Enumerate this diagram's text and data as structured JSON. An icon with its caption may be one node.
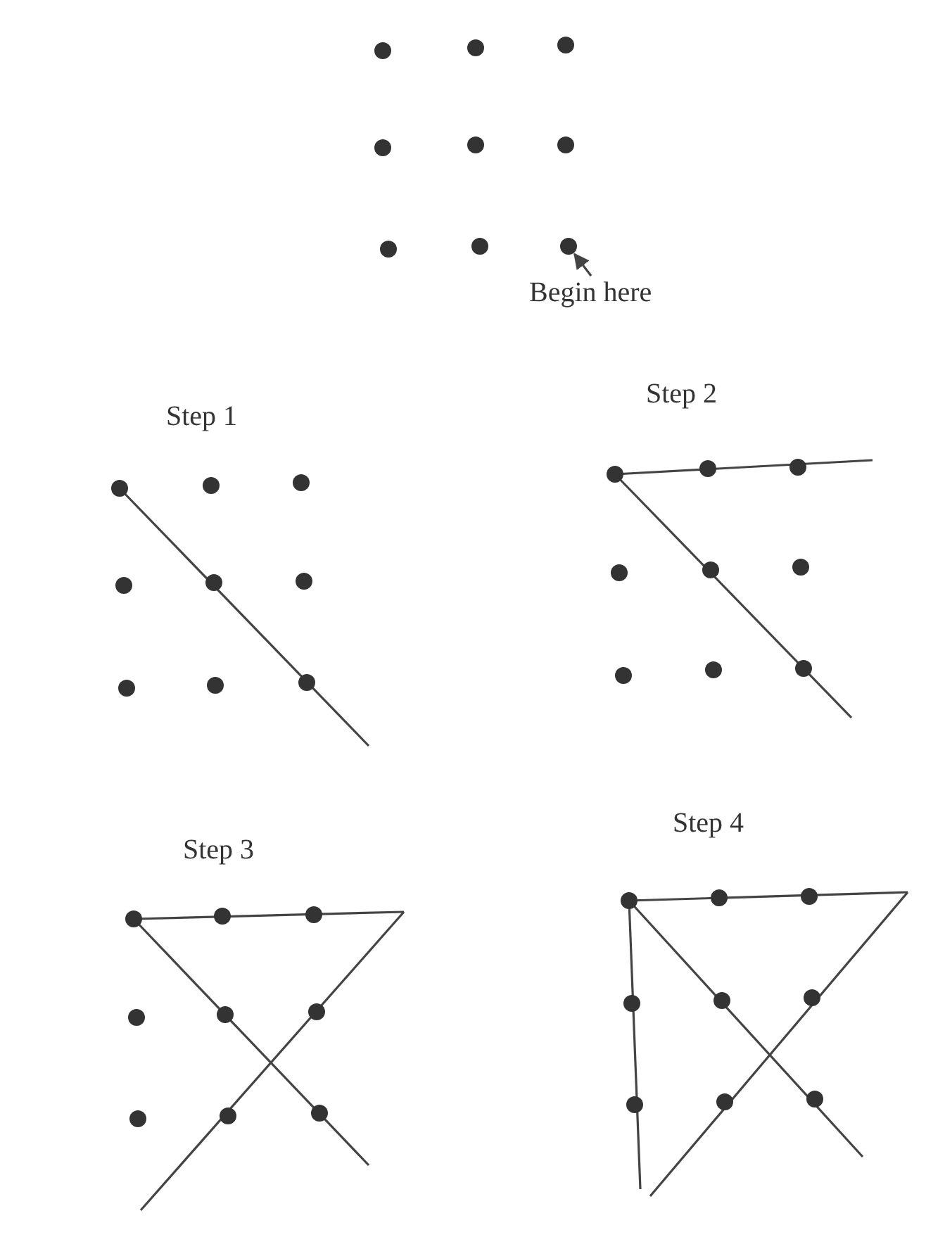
{
  "diagram": {
    "nodes": [
      {
        "text": [
          "Begin here"
        ]
      },
      {
        "text": [],
        "shape": "circle"
      }
    ],
    "edges": [
      {
        "from": 0,
        "to": 1,
        "arrow": "to"
      }
    ],
    "labels": [
      "Step 1",
      "Step 2",
      "Step 3",
      "Step 4"
    ]
  }
}
